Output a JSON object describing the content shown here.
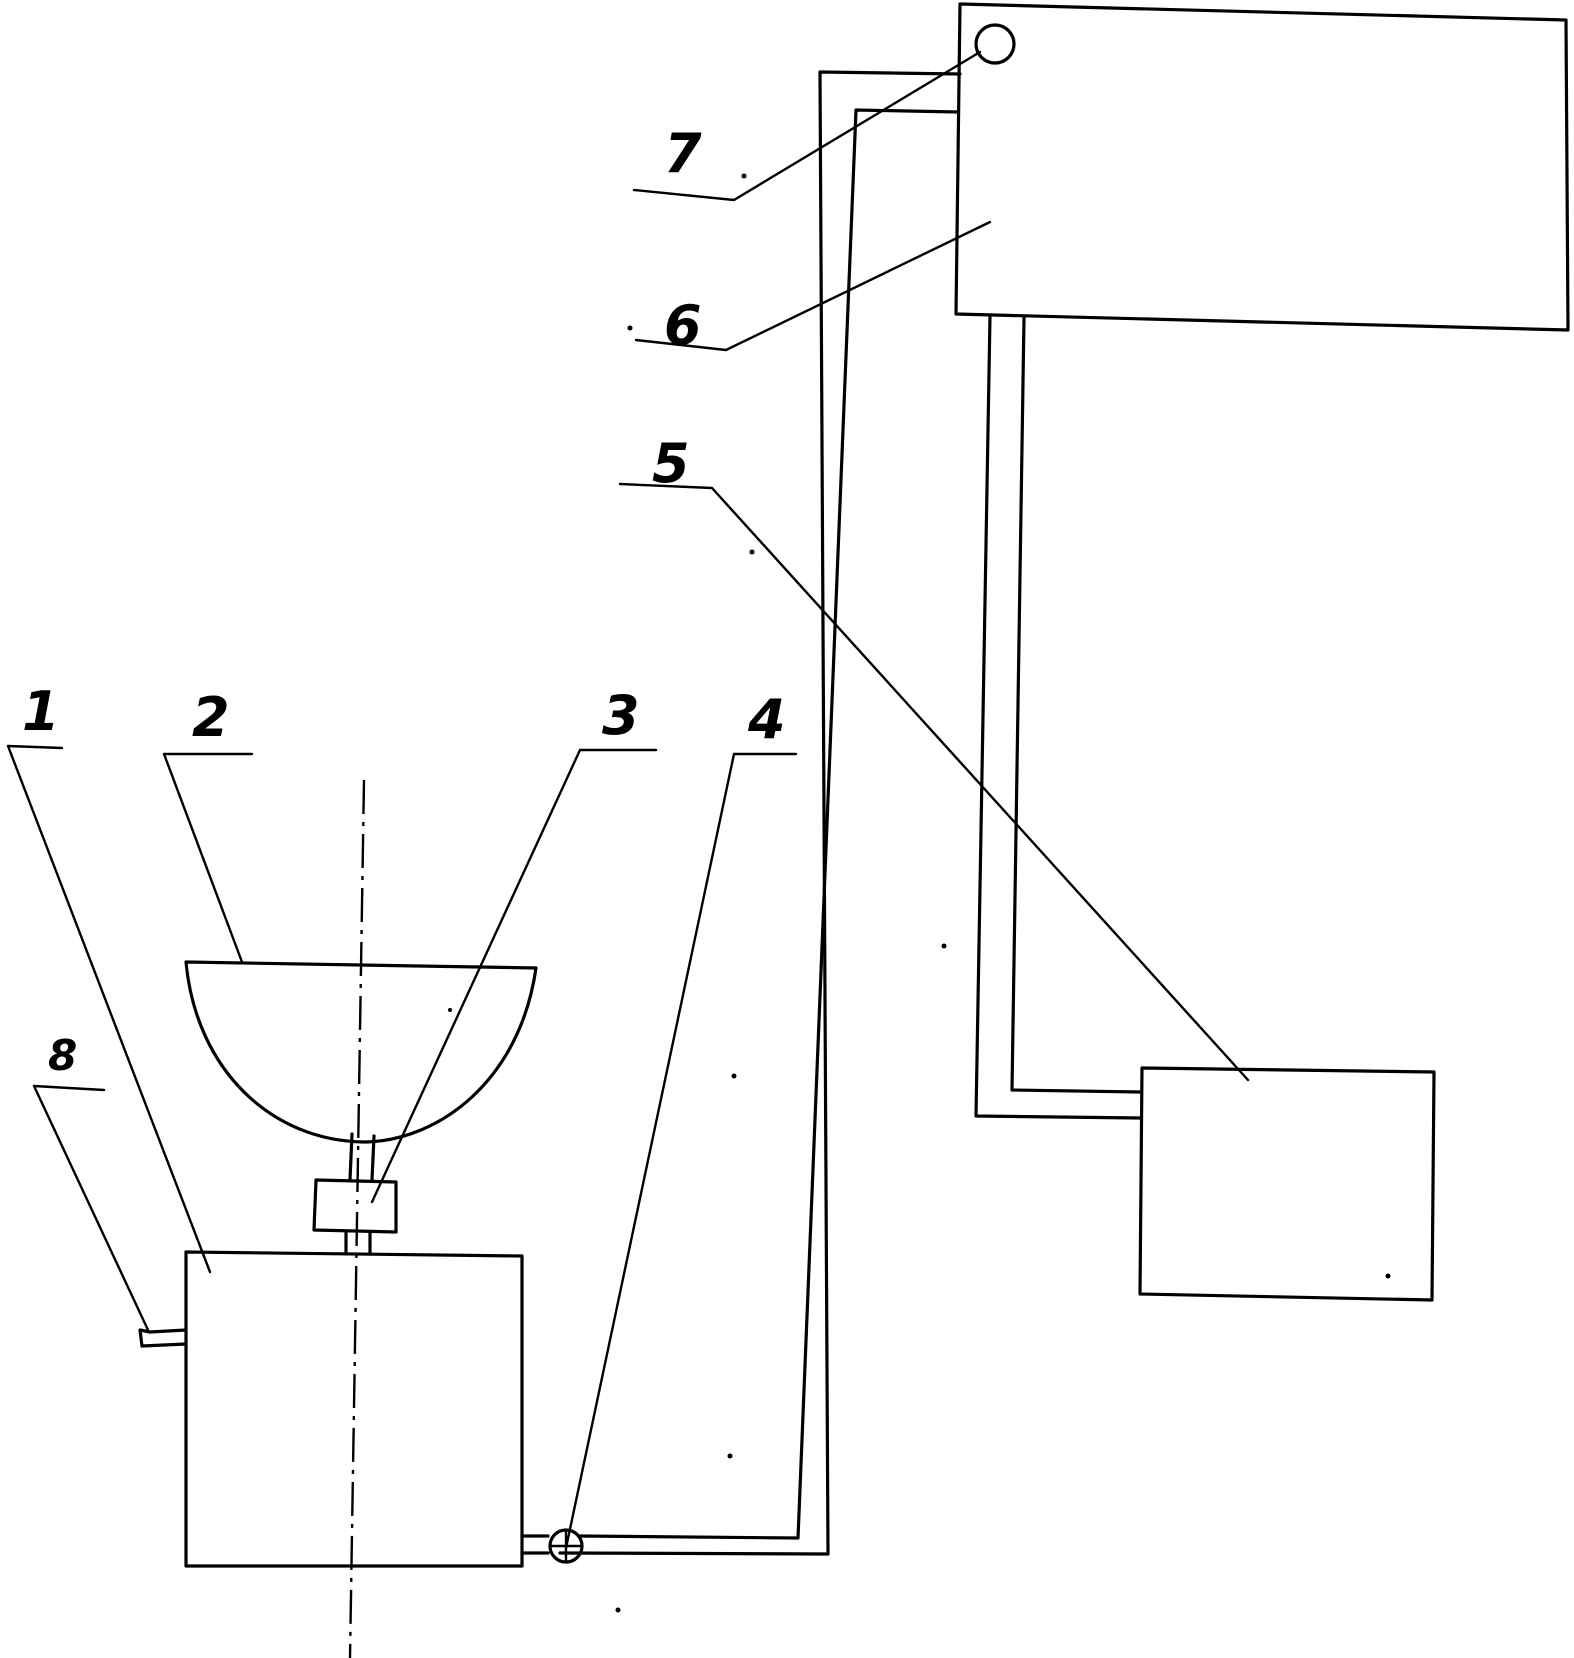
{
  "diagram": {
    "labels": {
      "l1": "1",
      "l2": "2",
      "l3": "3",
      "l4": "4",
      "l5": "5",
      "l6": "6",
      "l7": "7",
      "l8": "8"
    }
  }
}
